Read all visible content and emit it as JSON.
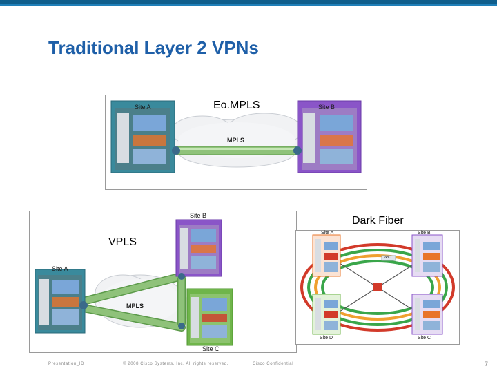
{
  "slide": {
    "title": "Traditional Layer 2 VPNs",
    "page_number": "7"
  },
  "eompls": {
    "label": "Eo.MPLS",
    "site_a": "Site A",
    "site_b": "Site B",
    "cloud": "MPLS"
  },
  "vpls": {
    "label": "VPLS",
    "site_a": "Site A",
    "site_b": "Site B",
    "site_c": "Site C",
    "cloud": "MPLS"
  },
  "dark_fiber": {
    "label": "Dark Fiber",
    "site_a": "Site A",
    "site_b": "Site B",
    "site_c": "Site C",
    "site_d": "Site D",
    "vpc": "vPC"
  },
  "footer": {
    "presentation_id": "Presentation_ID",
    "copyright": "© 2008 Cisco Systems, Inc. All rights reserved.",
    "confidential": "Cisco Confidential"
  },
  "colors": {
    "title": "#1e5fa8",
    "site_a_teal": "#3a8a9c",
    "site_b_purple": "#8a55c8",
    "site_c_green": "#6fb54a",
    "site_orange": "#e8742a",
    "ring_green": "#3aa64a",
    "ring_red": "#d23a2a",
    "ring_orange": "#f0a030"
  }
}
